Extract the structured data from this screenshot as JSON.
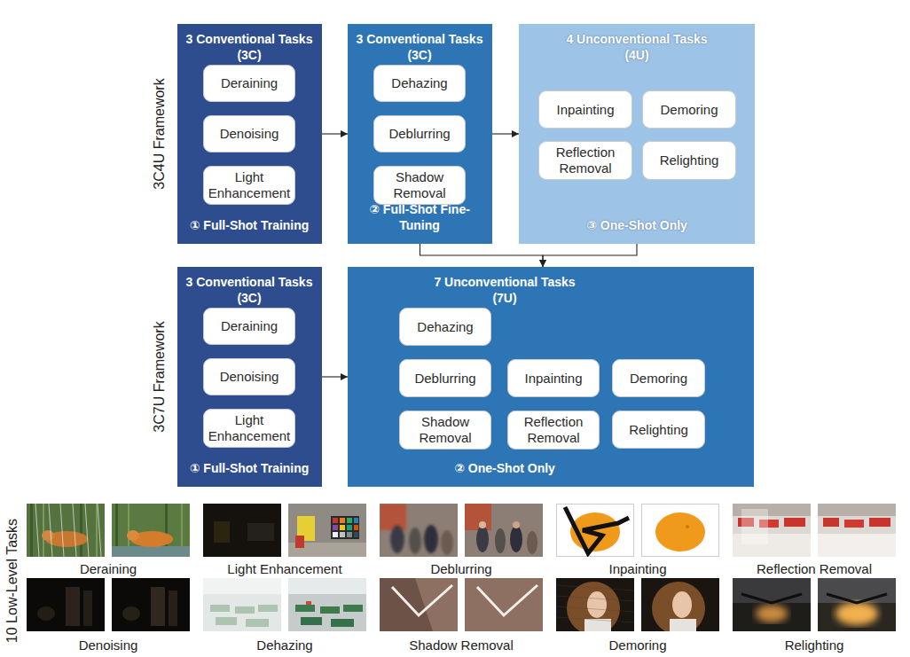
{
  "diagram": {
    "nodes": [
      {
        "text": [
          "3 Conventional Tasks (3C)",
          "① Full-Shot Training"
        ]
      },
      {
        "text": [
          "Deraining"
        ],
        "in": 0
      },
      {
        "text": [
          "Denoising"
        ],
        "in": 0
      },
      {
        "text": [
          "Light Enhancement"
        ],
        "in": 0
      },
      {
        "text": [
          "3 Conventional Tasks (3C)",
          "② Full-Shot Fine-Tuning"
        ]
      },
      {
        "text": [
          "Dehazing"
        ],
        "in": 4
      },
      {
        "text": [
          "Deblurring"
        ],
        "in": 4
      },
      {
        "text": [
          "Shadow Removal"
        ],
        "in": 4
      },
      {
        "text": [
          "4 Unconventional Tasks (4U)",
          "③ One-Shot Only"
        ]
      },
      {
        "text": [
          "Inpainting"
        ],
        "in": 8
      },
      {
        "text": [
          "Demoring"
        ],
        "in": 8
      },
      {
        "text": [
          "Reflection Removal"
        ],
        "in": 8
      },
      {
        "text": [
          "Relighting"
        ],
        "in": 8
      },
      {
        "text": [
          "3 Conventional Tasks (3C)",
          "① Full-Shot Training"
        ]
      },
      {
        "text": [
          "Deraining"
        ],
        "in": 13
      },
      {
        "text": [
          "Denoising"
        ],
        "in": 13
      },
      {
        "text": [
          "Light Enhancement"
        ],
        "in": 13
      },
      {
        "text": [
          "7 Unconventional Tasks (7U)",
          "② One-Shot Only"
        ]
      },
      {
        "text": [
          "Dehazing"
        ],
        "in": 17
      },
      {
        "text": [
          "Deblurring"
        ],
        "in": 17
      },
      {
        "text": [
          "Inpainting"
        ],
        "in": 17
      },
      {
        "text": [
          "Demoring"
        ],
        "in": 17
      },
      {
        "text": [
          "Shadow Removal"
        ],
        "in": 17
      },
      {
        "text": [
          "Reflection Removal"
        ],
        "in": 17
      },
      {
        "text": [
          "Relighting"
        ],
        "in": 17
      }
    ],
    "edges": [
      {
        "from": 0,
        "to": 4,
        "arrow": "to"
      },
      {
        "from": 4,
        "to": 8,
        "arrow": "to"
      },
      {
        "from": 4,
        "to": 17,
        "arrow": "to"
      },
      {
        "from": 8,
        "to": 17,
        "arrow": "to"
      },
      {
        "from": 13,
        "to": 17,
        "arrow": "to"
      }
    ],
    "labels": [
      "3C4U Framework",
      "3C7U Framework",
      "10 Low-Level Tasks",
      "Deraining",
      "Light Enhancement",
      "Deblurring",
      "Inpainting",
      "Reflection Removal",
      "Denoising",
      "Dehazing",
      "Shadow Removal",
      "Demoring",
      "Relighting"
    ]
  }
}
